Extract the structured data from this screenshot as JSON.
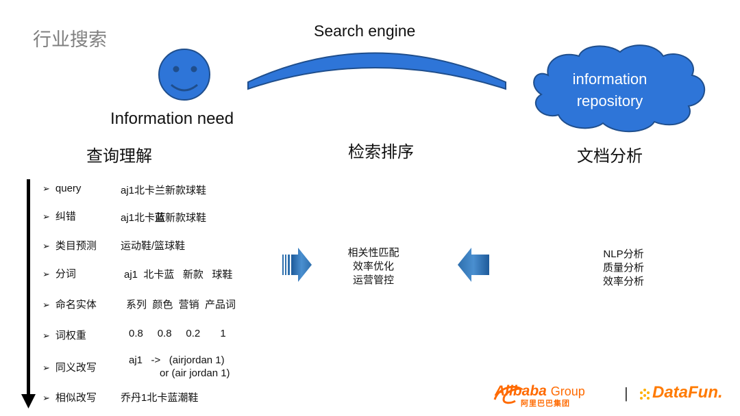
{
  "slide_title": "行业搜索",
  "search_engine_label": "Search engine",
  "information_need_label": "Information need",
  "repository": {
    "line1": "information",
    "line2": "repository"
  },
  "headers": {
    "query_understanding": "查询理解",
    "ranking": "检索排序",
    "doc_analysis": "文档分析"
  },
  "rows": [
    {
      "label": "query",
      "value": "aj1北卡兰新款球鞋"
    },
    {
      "label": "纠错",
      "value_pre": "aj1北卡",
      "value_bold": "蓝",
      "value_post": "新款球鞋"
    },
    {
      "label": "类目预测",
      "value": "运动鞋/篮球鞋"
    },
    {
      "label": "分词",
      "value": "aj1  北卡蓝   新款   球鞋"
    },
    {
      "label": "命名实体",
      "value": "系列  颜色  营销  产品词"
    },
    {
      "label": "词权重",
      "value": "0.8     0.8     0.2       1"
    },
    {
      "label": "同义改写",
      "value": "aj1   ->   (airjordan 1)",
      "value2": "or (air jordan 1)"
    },
    {
      "label": "相似改写",
      "value": "乔丹1北卡蓝潮鞋"
    }
  ],
  "ranking_items": [
    "相关性匹配",
    "效率优化",
    "运营管控"
  ],
  "doc_items": [
    "NLP分析",
    "质量分析",
    "效率分析"
  ],
  "logos": {
    "alibaba": "Alibaba",
    "group": "Group",
    "alibaba_cn": "阿里巴巴集团",
    "separator": "|",
    "datafun": "DataFun."
  },
  "colors": {
    "accent_blue": "#2e75d8",
    "dark_blue": "#1f4e8c",
    "arrow_blue": "#2e6fad",
    "logo_orange": "#ff6a00"
  }
}
